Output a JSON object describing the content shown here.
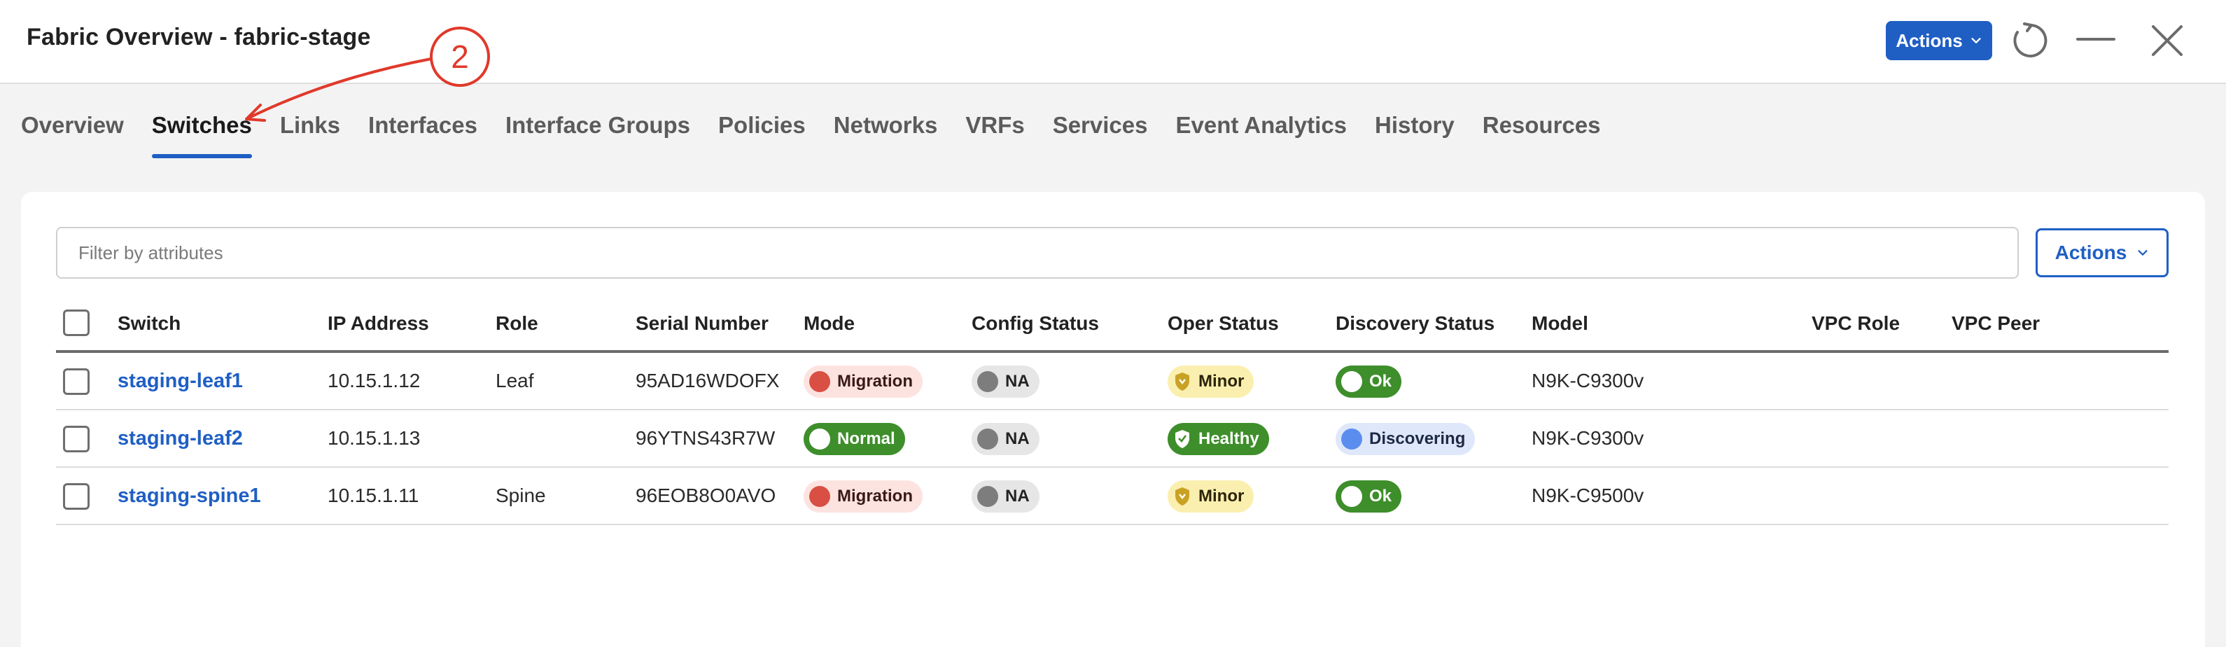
{
  "window": {
    "title": "Fabric Overview - fabric-stage",
    "actions_label": "Actions",
    "refresh_icon": "refresh-icon",
    "minimize_icon": "minimize-icon",
    "close_icon": "close-icon"
  },
  "annotation": {
    "step_number": "2",
    "color": "#e0392b"
  },
  "tabs": [
    {
      "label": "Overview",
      "active": false
    },
    {
      "label": "Switches",
      "active": true
    },
    {
      "label": "Links",
      "active": false
    },
    {
      "label": "Interfaces",
      "active": false
    },
    {
      "label": "Interface Groups",
      "active": false
    },
    {
      "label": "Policies",
      "active": false
    },
    {
      "label": "Networks",
      "active": false
    },
    {
      "label": "VRFs",
      "active": false
    },
    {
      "label": "Services",
      "active": false
    },
    {
      "label": "Event Analytics",
      "active": false
    },
    {
      "label": "History",
      "active": false
    },
    {
      "label": "Resources",
      "active": false
    }
  ],
  "toolbar": {
    "filter_placeholder": "Filter by attributes",
    "filter_value": "",
    "actions_label": "Actions"
  },
  "table": {
    "columns": {
      "switch": "Switch",
      "ip": "IP Address",
      "role": "Role",
      "serial": "Serial Number",
      "mode": "Mode",
      "config": "Config Status",
      "oper": "Oper Status",
      "discovery": "Discovery Status",
      "model": "Model",
      "vpc_role": "VPC Role",
      "vpc_peer": "VPC Peer"
    },
    "rows": [
      {
        "switch": "staging-leaf1",
        "ip": "10.15.1.12",
        "role": "Leaf",
        "serial": "95AD16WDOFX",
        "mode": "Migration",
        "config": "NA",
        "oper": "Minor",
        "discovery": "Ok",
        "model": "N9K-C9300v",
        "vpc_role": "",
        "vpc_peer": ""
      },
      {
        "switch": "staging-leaf2",
        "ip": "10.15.1.13",
        "role": "",
        "serial": "96YTNS43R7W",
        "mode": "Normal",
        "config": "NA",
        "oper": "Healthy",
        "discovery": "Discovering",
        "model": "N9K-C9300v",
        "vpc_role": "",
        "vpc_peer": ""
      },
      {
        "switch": "staging-spine1",
        "ip": "10.15.1.11",
        "role": "Spine",
        "serial": "96EOB8O0AVO",
        "mode": "Migration",
        "config": "NA",
        "oper": "Minor",
        "discovery": "Ok",
        "model": "N9K-C9500v",
        "vpc_role": "",
        "vpc_peer": ""
      }
    ]
  },
  "colors": {
    "accent": "#1f5fc4",
    "ok_green": "#3e8e2b",
    "migration_red": "#d94f43",
    "minor_yellow": "#fbefb0",
    "discovering_blue": "#5b8def"
  }
}
